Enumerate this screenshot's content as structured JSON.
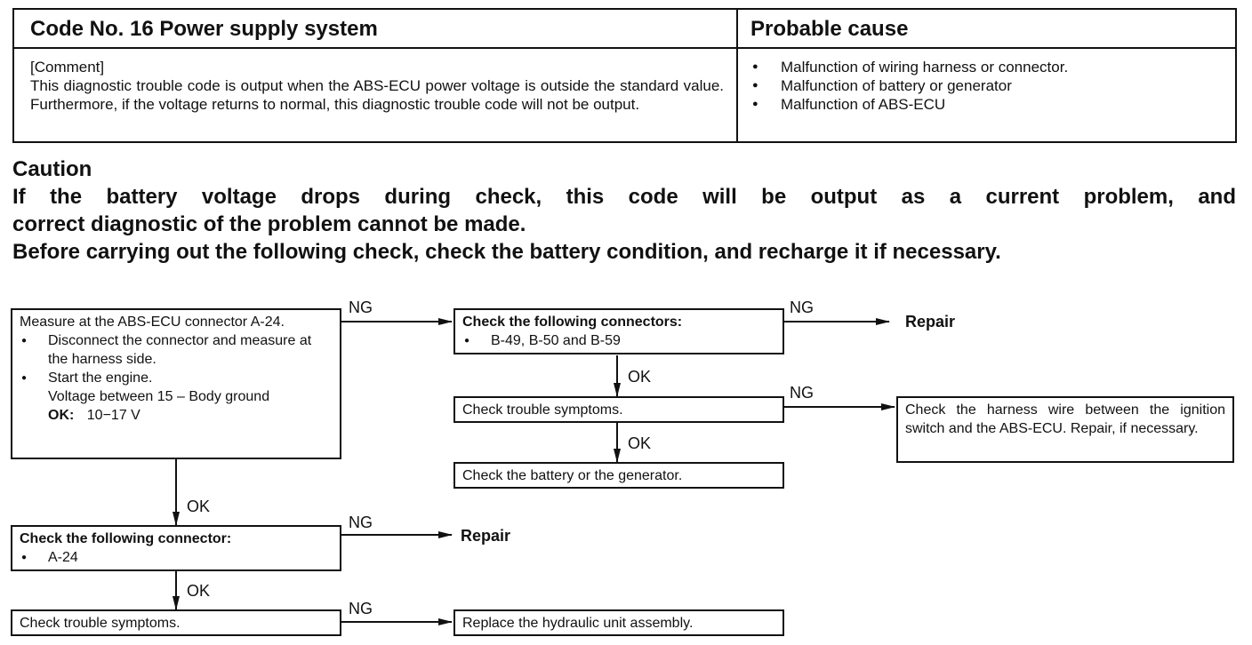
{
  "header": {
    "code_title": "Code No. 16 Power supply system",
    "cause_title": "Probable cause",
    "comment_label": "[Comment]",
    "comment_text": "This diagnostic trouble code is output when the ABS-ECU power voltage is outside the standard value.  Furthermore, if the voltage returns to normal, this diagnostic trouble code will not be output.",
    "causes": [
      "Malfunction of wiring harness or connector.",
      "Malfunction of battery or generator",
      "Malfunction of ABS-ECU"
    ]
  },
  "caution": {
    "title": "Caution",
    "line1": "If the battery voltage drops during check, this code will be output as a current problem, and",
    "line2": "correct diagnostic of the problem cannot be made.",
    "line3": "Before carrying out the following check, check the battery condition, and recharge it if necessary."
  },
  "flow": {
    "measure": {
      "line1": "Measure at the ABS-ECU connector A-24.",
      "bullet1": "Disconnect the connector and measure at the harness side.",
      "bullet2": "Start the engine.",
      "line_voltage": "Voltage between 15 – Body ground",
      "ok_label": "OK:",
      "ok_value": "10−17 V"
    },
    "check_connectors": {
      "title": "Check the following connectors:",
      "item": "B-49, B-50 and B-59"
    },
    "check_trouble_1": "Check trouble symptoms.",
    "check_battery": "Check the battery or the generator.",
    "check_harness": "Check the harness wire between the ignition switch and the ABS-ECU. Repair, if necessary.",
    "check_connector": {
      "title": "Check the following connector:",
      "item": "A-24"
    },
    "check_trouble_2": "Check trouble symptoms.",
    "replace": "Replace the hydraulic unit assembly.",
    "repair_1": "Repair",
    "repair_2": "Repair",
    "labels": {
      "ng1": "NG",
      "ng2": "NG",
      "ng3": "NG",
      "ng4": "NG",
      "ng5": "NG",
      "ok1": "OK",
      "ok2": "OK",
      "ok3": "OK",
      "ok4": "OK"
    }
  }
}
